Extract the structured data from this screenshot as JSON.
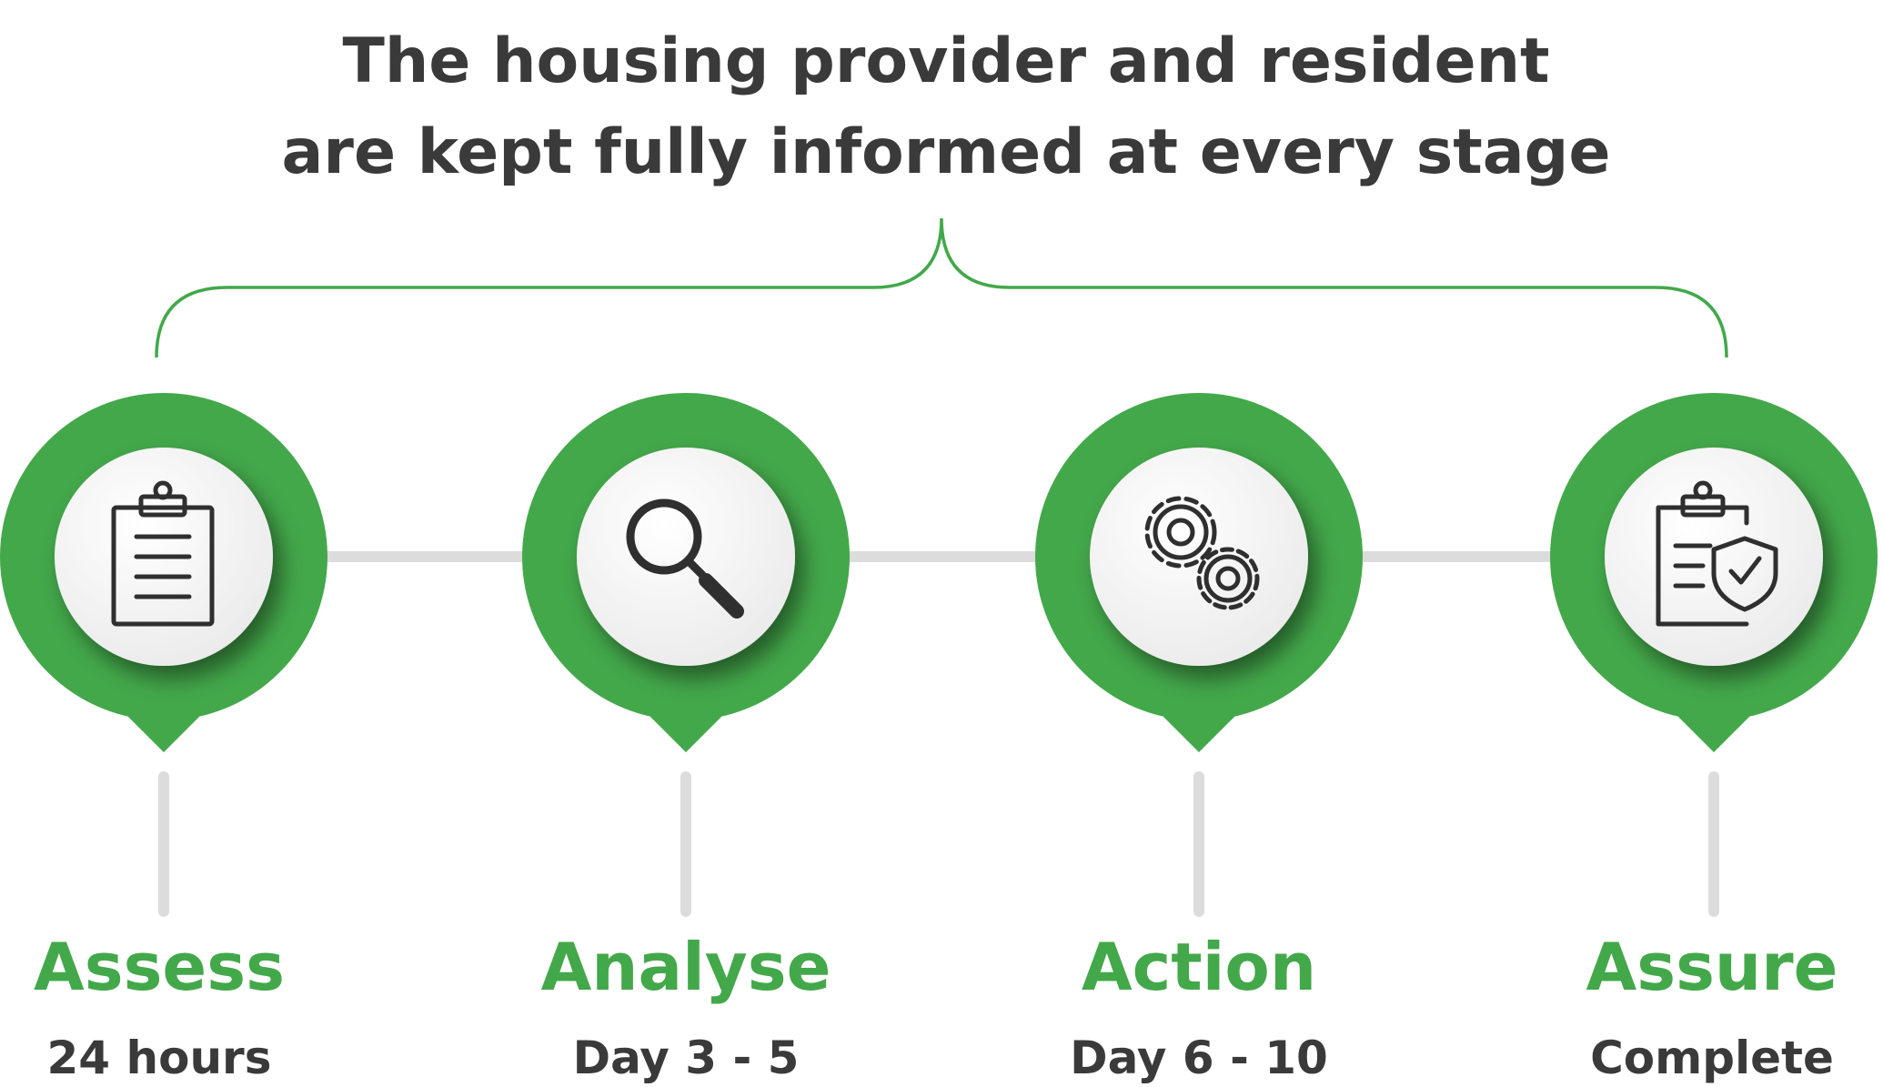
{
  "headline": {
    "line1": "The housing provider and resident",
    "line2": "are kept fully informed at every stage"
  },
  "stages": [
    {
      "name": "Assess",
      "timing": "24 hours",
      "icon": "clipboard-icon"
    },
    {
      "name": "Analyse",
      "timing": "Day 3 - 5",
      "icon": "magnifying-glass-icon"
    },
    {
      "name": "Action",
      "timing": "Day 6 - 10",
      "icon": "gears-icon"
    },
    {
      "name": "Assure",
      "timing": "Complete",
      "icon": "clipboard-shield-check-icon"
    }
  ],
  "colors": {
    "accent_green": "#43a84a",
    "connector_grey": "#dcdcdc",
    "text_dark": "#3a3a3a"
  }
}
